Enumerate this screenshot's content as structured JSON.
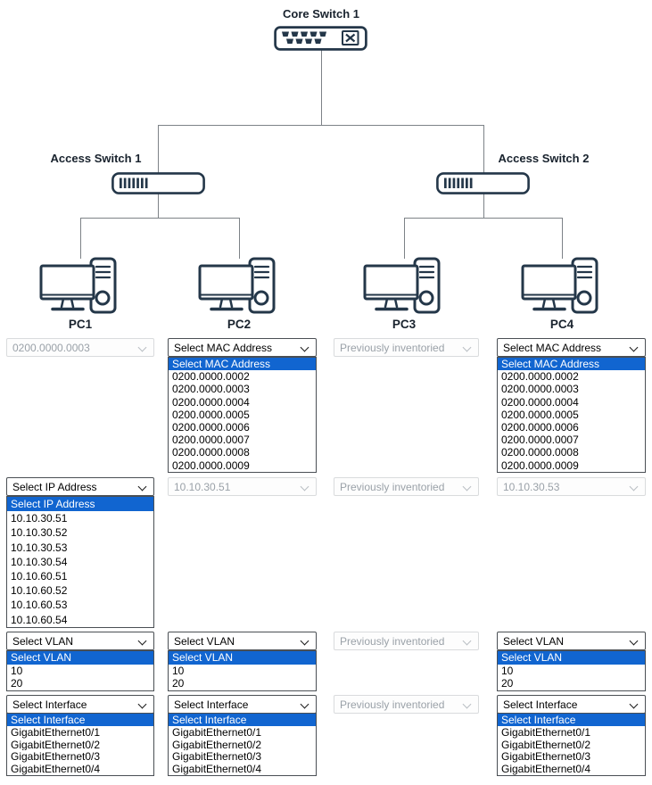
{
  "diagram": {
    "core_switch_label": "Core Switch 1",
    "access_switch_1_label": "Access Switch 1",
    "access_switch_2_label": "Access Switch 2",
    "pc_labels": [
      "PC1",
      "PC2",
      "PC3",
      "PC4"
    ]
  },
  "colors": {
    "highlight_blue": "#1165d0",
    "icon_stroke": "#243749",
    "connector_gray": "#7d8287",
    "disabled_text": "#9aa1a8"
  },
  "dropdown_columns": [
    {
      "pc": "PC1",
      "rows": [
        {
          "row": "mac",
          "type": "disabled",
          "value": "0200.0000.0003"
        },
        {
          "row": "ip",
          "type": "open",
          "value": "Select IP Address",
          "highlighted_index": 0,
          "options": [
            "Select IP Address",
            "10.10.30.51",
            "10.10.30.52",
            "10.10.30.53",
            "10.10.30.54",
            "10.10.60.51",
            "10.10.60.52",
            "10.10.60.53",
            "10.10.60.54"
          ]
        },
        {
          "row": "vlan",
          "type": "open",
          "value": "Select VLAN",
          "highlighted_index": 0,
          "options": [
            "Select VLAN",
            "10",
            "20"
          ]
        },
        {
          "row": "iface",
          "type": "open",
          "value": "Select Interface",
          "highlighted_index": 0,
          "options": [
            "Select Interface",
            "GigabitEthernet0/1",
            "GigabitEthernet0/2",
            "GigabitEthernet0/3",
            "GigabitEthernet0/4"
          ]
        }
      ]
    },
    {
      "pc": "PC2",
      "rows": [
        {
          "row": "mac",
          "type": "open",
          "value": "Select MAC Address",
          "highlighted_index": 0,
          "options": [
            "Select MAC Address",
            "0200.0000.0002",
            "0200.0000.0003",
            "0200.0000.0004",
            "0200.0000.0005",
            "0200.0000.0006",
            "0200.0000.0007",
            "0200.0000.0008",
            "0200.0000.0009"
          ]
        },
        {
          "row": "ip",
          "type": "disabled",
          "value": "10.10.30.51"
        },
        {
          "row": "vlan",
          "type": "open",
          "value": "Select VLAN",
          "highlighted_index": 0,
          "options": [
            "Select VLAN",
            "10",
            "20"
          ]
        },
        {
          "row": "iface",
          "type": "open",
          "value": "Select Interface",
          "highlighted_index": 0,
          "options": [
            "Select Interface",
            "GigabitEthernet0/1",
            "GigabitEthernet0/2",
            "GigabitEthernet0/3",
            "GigabitEthernet0/4"
          ]
        }
      ]
    },
    {
      "pc": "PC3",
      "rows": [
        {
          "row": "mac",
          "type": "disabled",
          "value": "Previously inventoried"
        },
        {
          "row": "ip",
          "type": "disabled",
          "value": "Previously inventoried"
        },
        {
          "row": "vlan",
          "type": "disabled",
          "value": "Previously inventoried"
        },
        {
          "row": "iface",
          "type": "disabled",
          "value": "Previously inventoried"
        }
      ]
    },
    {
      "pc": "PC4",
      "rows": [
        {
          "row": "mac",
          "type": "open",
          "value": "Select MAC Address",
          "highlighted_index": 0,
          "options": [
            "Select MAC Address",
            "0200.0000.0002",
            "0200.0000.0003",
            "0200.0000.0004",
            "0200.0000.0005",
            "0200.0000.0006",
            "0200.0000.0007",
            "0200.0000.0008",
            "0200.0000.0009"
          ]
        },
        {
          "row": "ip",
          "type": "disabled",
          "value": "10.10.30.53"
        },
        {
          "row": "vlan",
          "type": "open",
          "value": "Select VLAN",
          "highlighted_index": 0,
          "options": [
            "Select VLAN",
            "10",
            "20"
          ]
        },
        {
          "row": "iface",
          "type": "open",
          "value": "Select Interface",
          "highlighted_index": 0,
          "options": [
            "Select Interface",
            "GigabitEthernet0/1",
            "GigabitEthernet0/2",
            "GigabitEthernet0/3",
            "GigabitEthernet0/4"
          ]
        }
      ]
    }
  ]
}
